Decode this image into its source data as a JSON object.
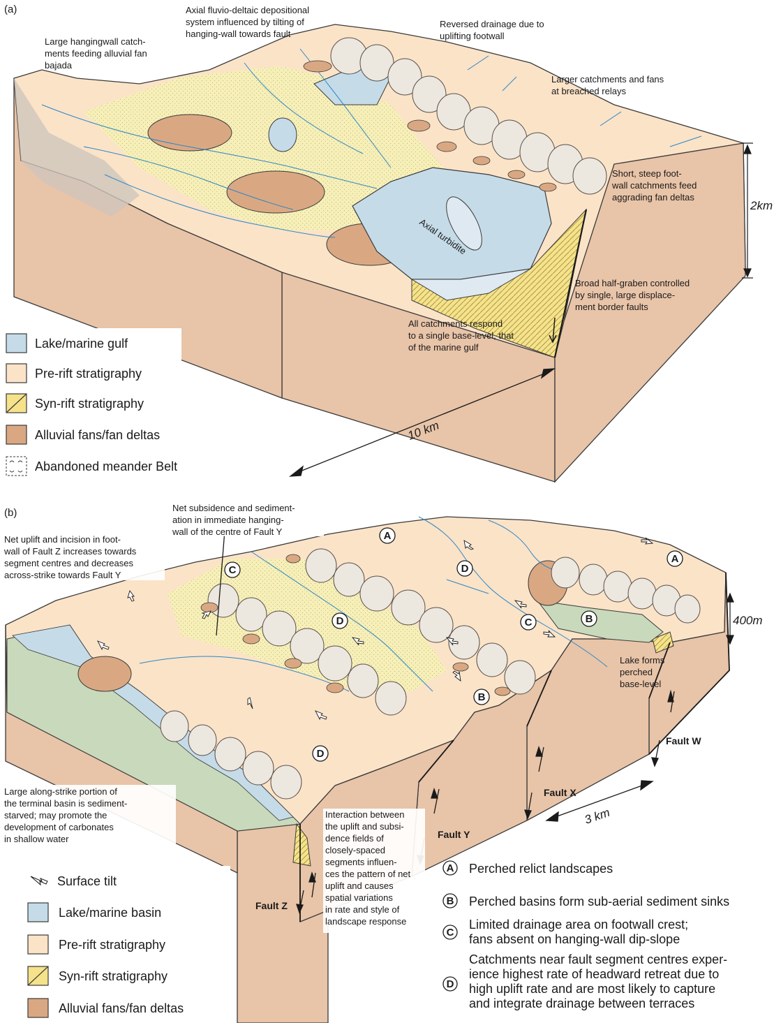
{
  "panel_a": {
    "label": "(a)",
    "annotations": {
      "hangingwall_catchments": [
        "Large hangingwall catch-",
        "ments feeding alluvial fan",
        "bajada"
      ],
      "axial_fluvio": [
        "Axial fluvio-deltaic depositional",
        "system influenced by tilting of",
        "hanging-wall towards fault"
      ],
      "reversed_drainage": [
        "Reversed drainage due to",
        "uplifting footwall"
      ],
      "larger_catchments": [
        "Larger catchments and fans",
        "at breached relays"
      ],
      "short_steep": [
        "Short, steep foot-",
        "wall catchments  feed",
        "aggrading fan deltas"
      ],
      "axial_turbidite": "Axial turbidite",
      "broad_half_graben": [
        "Broad half-graben controlled",
        "by single, large displace-",
        "ment border faults"
      ],
      "all_catchments": [
        "All catchments respond",
        "to a single base-level, that",
        "of the marine gulf"
      ]
    },
    "scale_vertical": "2km",
    "scale_horizontal": "10 km",
    "legend": [
      {
        "label": "Lake/marine gulf",
        "color": "#c5dbe8",
        "pattern": "fill"
      },
      {
        "label": "Pre-rift stratigraphy",
        "color": "#fbe3c8",
        "pattern": "fill"
      },
      {
        "label": "Syn-rift stratigraphy",
        "color": "#f5e28a",
        "pattern": "diagonal"
      },
      {
        "label": "Alluvial fans/fan deltas",
        "color": "#d9a883",
        "pattern": "fill"
      },
      {
        "label": "Abandoned meander Belt",
        "color": "#ffffff",
        "pattern": "meander"
      }
    ]
  },
  "panel_b": {
    "label": "(b)",
    "annotations": {
      "net_subsidence": [
        "Net subsidence and sediment-",
        "ation in immediate hanging-",
        "wall of the centre of Fault Y"
      ],
      "net_uplift": [
        "Net uplift and incision in foot-",
        "wall of Fault Z increases towards",
        "segment centres and decreases",
        "across-strike towards Fault Y"
      ],
      "lake_forms": [
        "Lake forms",
        "perched",
        "base-level"
      ],
      "large_along_strike": [
        "Large along-strike portion of",
        "the terminal basin is sediment-",
        "starved; may promote the",
        "development of carbonates",
        "in shallow water"
      ],
      "interaction": [
        "Interaction between",
        "the uplift and subsi-",
        "dence fields of",
        "closely-spaced",
        "segments influen-",
        "ces the pattern of net",
        "uplift and causes",
        "spatial variations",
        "in rate and style of",
        "landscape response"
      ]
    },
    "faults": {
      "w": "Fault W",
      "x": "Fault X",
      "y": "Fault Y",
      "z": "Fault Z"
    },
    "scale_vertical": "400m",
    "scale_horizontal": "3 km",
    "legend": [
      {
        "label": "Surface tilt",
        "color": "#ffffff",
        "pattern": "arrow"
      },
      {
        "label": "Lake/marine basin",
        "color": "#c5dbe8",
        "pattern": "fill"
      },
      {
        "label": "Pre-rift stratigraphy",
        "color": "#fbe3c8",
        "pattern": "fill"
      },
      {
        "label": "Syn-rift stratigraphy",
        "color": "#f5e28a",
        "pattern": "diagonal"
      },
      {
        "label": "Alluvial fans/fan deltas",
        "color": "#d9a883",
        "pattern": "fill"
      }
    ],
    "key": [
      {
        "letter": "A",
        "lines": [
          "Perched relict landscapes"
        ]
      },
      {
        "letter": "B",
        "lines": [
          "Perched basins form sub-aerial sediment sinks"
        ]
      },
      {
        "letter": "C",
        "lines": [
          "Limited drainage area on footwall crest;",
          "fans absent on hanging-wall dip-slope"
        ]
      },
      {
        "letter": "D",
        "lines": [
          "Catchments near fault segment centres exper-",
          "ience highest rate of headward retreat due to",
          "high uplift rate and are most likely to capture",
          "and integrate drainage between terraces"
        ]
      }
    ]
  },
  "colors": {
    "prerift": "#fbe3c8",
    "prerift_side": "#e8c4a8",
    "synrift": "#f5e28a",
    "lake": "#c5dbe8",
    "lake_deep": "#a9c6dc",
    "fan": "#d9a883",
    "sand": "#f6efb8",
    "green_basin": "#c9d9bb",
    "catchment": "#ece7df",
    "river": "#2a86c6",
    "outline": "#3a3a3a"
  }
}
